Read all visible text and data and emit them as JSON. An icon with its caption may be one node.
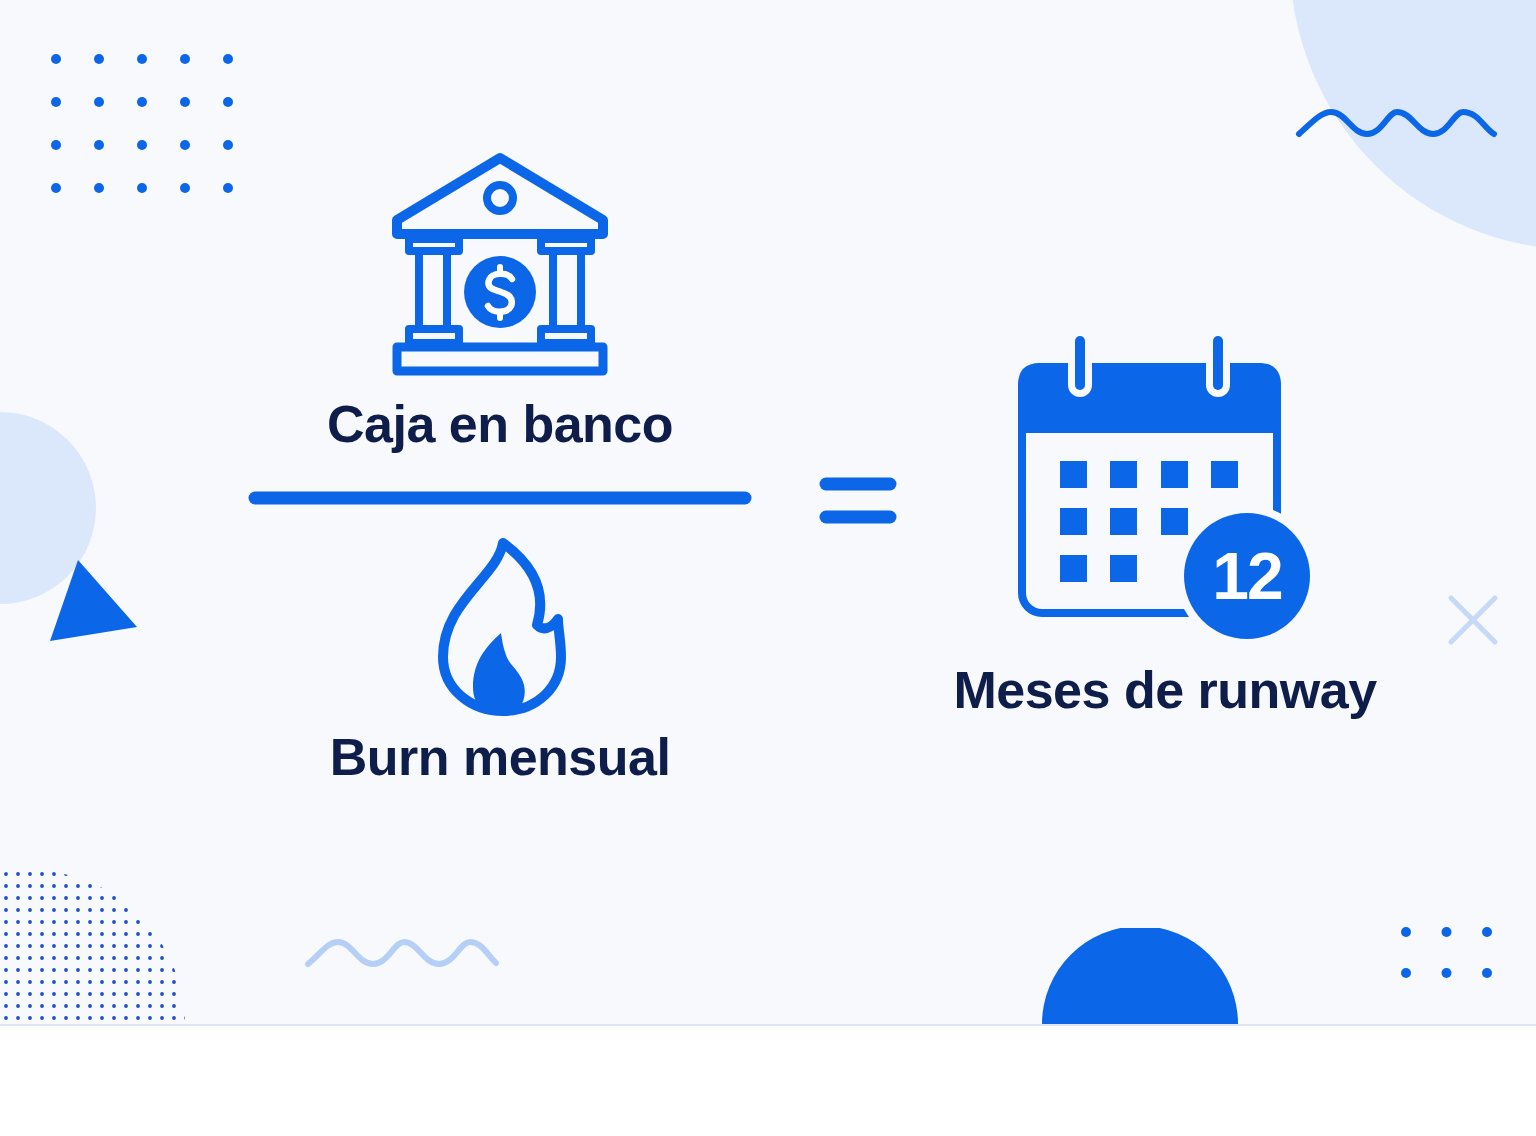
{
  "diagram": {
    "nodes": [
      {
        "text": [
          "12"
        ]
      }
    ],
    "labels": [
      "Caja en banco",
      "Burn mensual",
      "Meses de runway"
    ]
  }
}
